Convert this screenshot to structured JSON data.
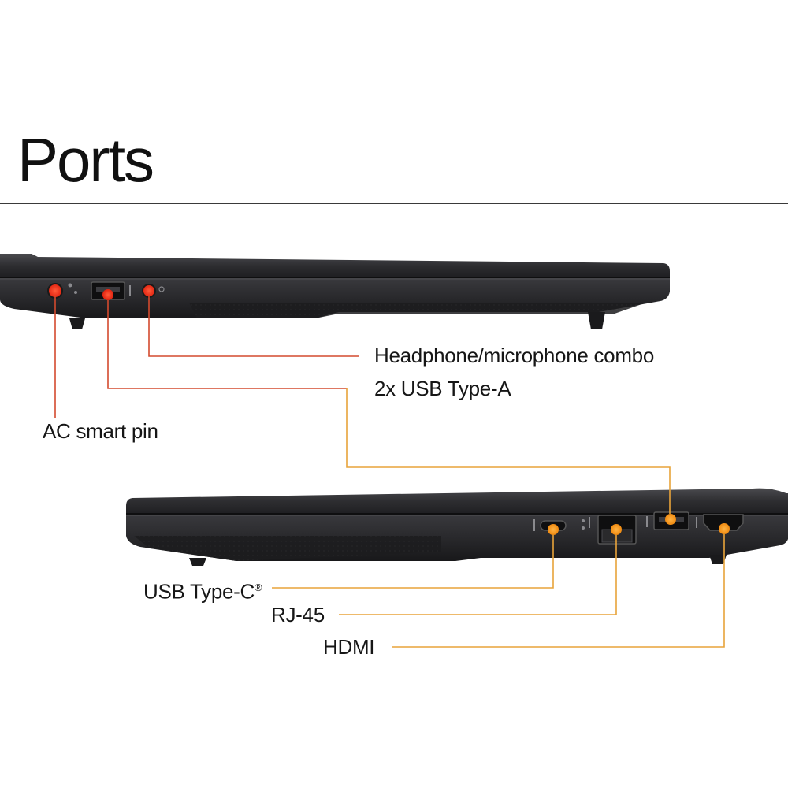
{
  "title": "Ports",
  "colors": {
    "leader_red": "#d44a2e",
    "leader_orange": "#e8a33a",
    "port_red": "#ff2a1a",
    "port_orange": "#ff9a1e",
    "laptop_body": "#2b2b2e"
  },
  "left_side_view": {
    "callouts": [
      {
        "id": "headphone",
        "label": "Headphone/microphone combo"
      },
      {
        "id": "usb-a",
        "label": "2x USB Type-A"
      },
      {
        "id": "ac-pin",
        "label": "AC smart pin"
      }
    ]
  },
  "right_side_view": {
    "callouts": [
      {
        "id": "usb-c",
        "label": "USB Type-C",
        "mark": "®"
      },
      {
        "id": "rj45",
        "label": "RJ-45"
      },
      {
        "id": "hdmi",
        "label": "HDMI"
      }
    ]
  }
}
